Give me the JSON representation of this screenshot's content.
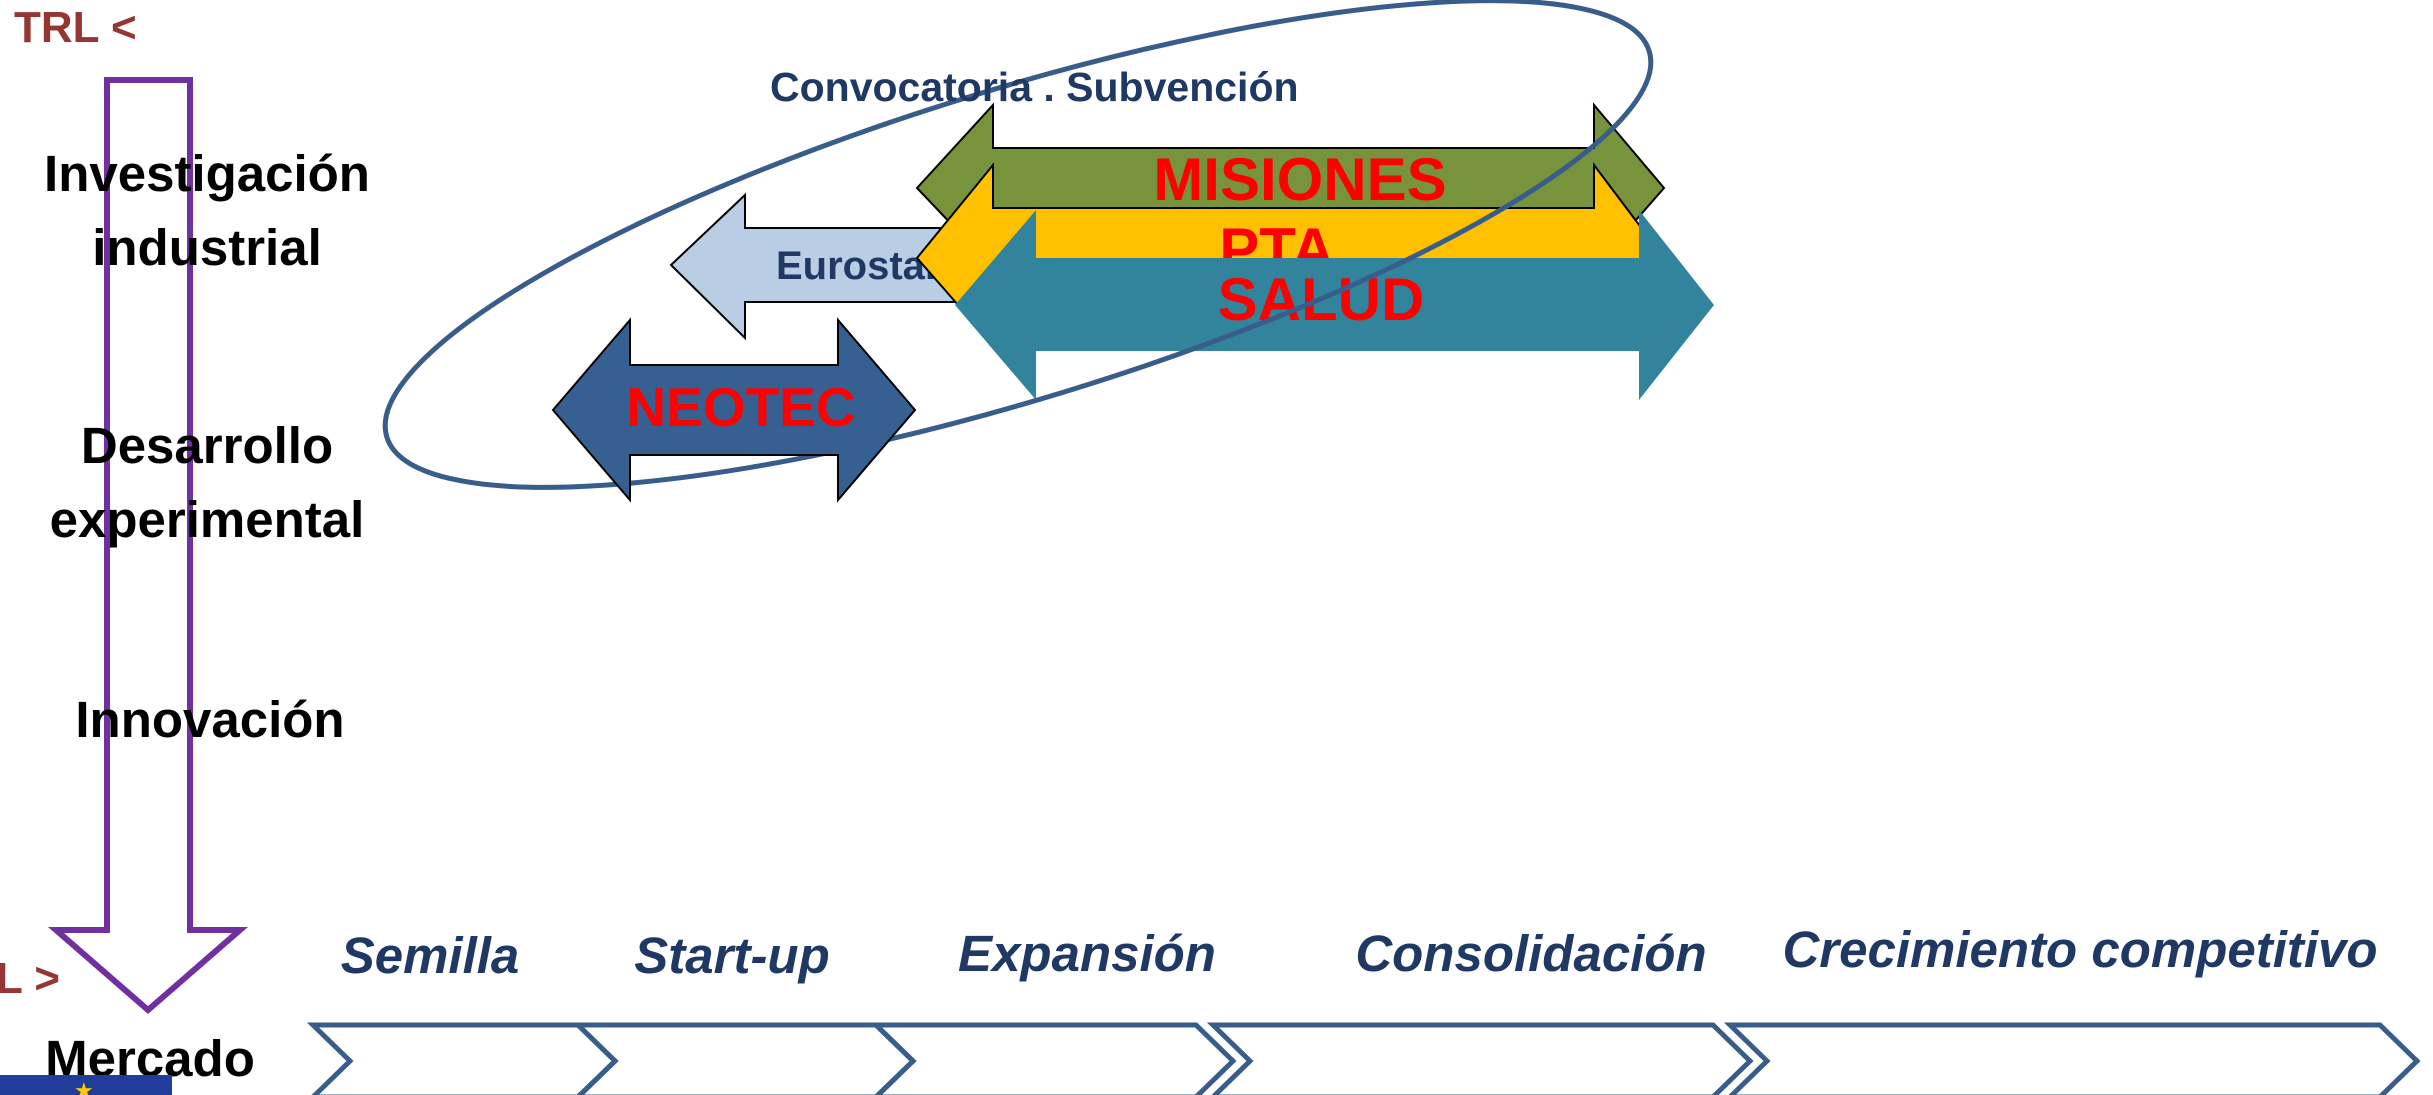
{
  "trl": {
    "top": "TRL <",
    "bottom": "L >"
  },
  "levels": {
    "research_1": "Investigación",
    "research_2": "industrial",
    "dev_1": "Desarrollo",
    "dev_2": "experimental",
    "innovation": "Innovación",
    "market": "Mercado"
  },
  "call_label": "Convocatoria . Subvención",
  "programs": {
    "misiones": "MISIONES",
    "pta": "PTA",
    "salud": "SALUD",
    "eurostars": "Eurostars",
    "neotec": "NEOTEC"
  },
  "stages": [
    "Semilla",
    "Start-up",
    "Expansión",
    "Consolidación",
    "Crecimiento competitivo"
  ],
  "colors": {
    "trl_text": "#943634",
    "purple": "#7030a0",
    "navy": "#1f3864",
    "red_text": "#ff0000",
    "misiones": "#77933c",
    "pta": "#ffc000",
    "salud": "#31849b",
    "eurostars": "#b9cde5",
    "neotec": "#376092",
    "chevron_stroke": "#385d8a"
  }
}
